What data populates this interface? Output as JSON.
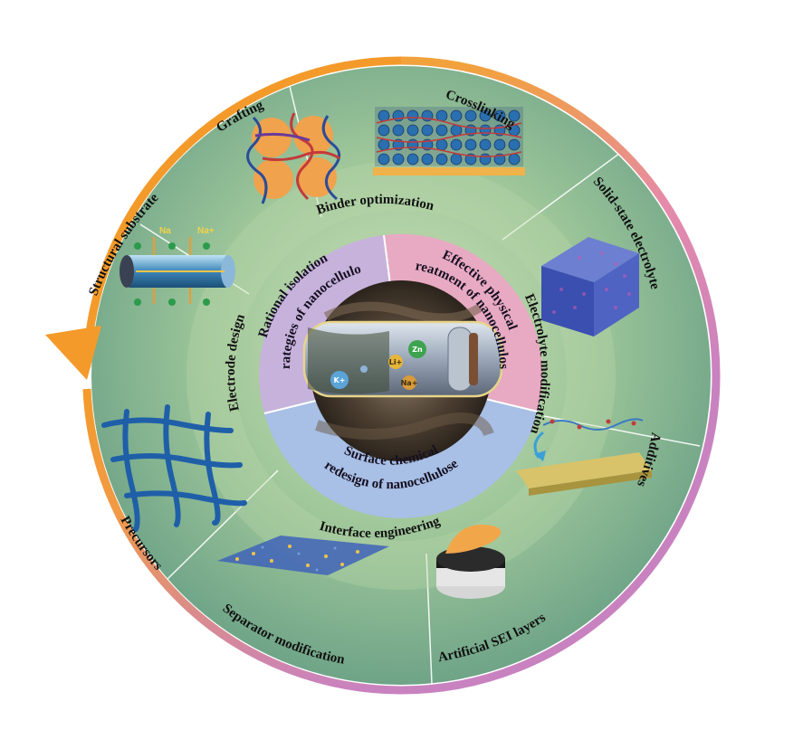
{
  "outer_ring": {
    "labels": [
      "Grafting",
      "Crosslinking",
      "Solid-state electrolyte",
      "Additives",
      "Artificial SEI layers",
      "Separator modification",
      "Precursors",
      "Structural substrate"
    ]
  },
  "middle_ring": {
    "labels": [
      "Binder optimization",
      "Electrolyte modification",
      "Interface engineering",
      "Electrode design"
    ]
  },
  "inner_ring": {
    "left_line1": "Rational isolation",
    "left_line2": "strategies of nanocellulose",
    "right_line1": "Effective physical",
    "right_line2": "treatment of nanocellulose",
    "bottom_line1": "Surface chemical",
    "bottom_line2": "redesign of nanocellulose"
  },
  "electrode_ions": {
    "na_left": "Na",
    "na_right": "Na+"
  },
  "center_ions": [
    "K+",
    "Zn",
    "Li+",
    "Na+"
  ],
  "colors": {
    "arrow_orange": "#f39a2a",
    "arrow_pink": "#c77bb8",
    "outer_green": "#8fbf8a",
    "sector_lines": "#ffffff",
    "inner_purple": "#bfa9d6",
    "inner_pink": "#e6a4c0",
    "inner_blue": "#a9bfe3"
  }
}
